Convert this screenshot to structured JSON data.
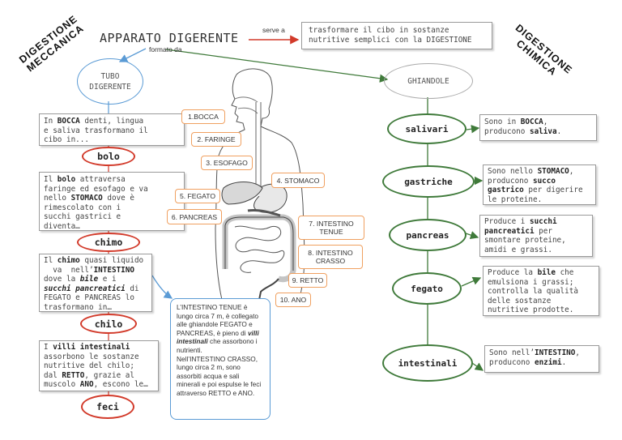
{
  "corner_labels": {
    "left_line1": "DIGESTIONE",
    "left_line2": "MECCANICA",
    "right_line1": "DIGESTIONE",
    "right_line2": "CHIMICA"
  },
  "title": "APPARATO DIGERENTE",
  "serve_a": "serve a",
  "purpose": [
    "trasformare il cibo in sostanze",
    "nutritive semplici con la DIGESTIONE"
  ],
  "formato_da": "formato da",
  "tubo": [
    "TUBO",
    "DIGERENTE"
  ],
  "ghiandole": "GHIANDOLE",
  "steps": [
    {
      "l1_a": "In ",
      "l1_b": "BOCCA",
      "l1_c": " denti, lingua",
      "l2": "e saliva trasformano il",
      "l3": "cibo in...",
      "result": "bolo"
    },
    {
      "l1_a": "Il ",
      "l1_b": "bolo",
      "l1_c": " attraversa",
      "l2": "faringe ed esofago e va",
      "l3_a": "nello ",
      "l3_b": "STOMACO",
      "l3_c": " dove è",
      "l4": "rimescolato con i",
      "l5": "succhi gastrici e",
      "l6": "diventa…",
      "result": "chimo"
    },
    {
      "l1_a": "Il ",
      "l1_b": "chimo",
      "l1_c": " quasi liquido",
      "l2_a": "  va  nell’",
      "l2_b": "INTESTINO",
      "l3_a": "dove la ",
      "l3_b": "bile",
      "l3_c": " e i",
      "l4_a": "succhi pancreatici",
      "l4_b": " di",
      "l5": "FEGATO  e PANCREAS lo",
      "l6": "trasformano in…",
      "result": "chilo"
    },
    {
      "l1_a": "I ",
      "l1_b": "villi intestinali",
      "l2": "assorbono le sostanze",
      "l3": "nutritive del chilo;",
      "l4_a": "dal ",
      "l4_b": "RETTO",
      "l4_c": ", grazie al",
      "l5_a": "muscolo ",
      "l5_b": "ANO",
      "l5_c": ", escono le…",
      "result": "feci"
    }
  ],
  "organs": [
    "1.BOCCA",
    "2. FARINGE",
    "3. ESOFAGO",
    "4. STOMACO",
    "5. FEGATO",
    "6. PANCREAS",
    "7. INTESTINO",
    "TENUE",
    "8. INTESTINO",
    "CRASSO",
    "9. RETTO",
    "10. ANO"
  ],
  "intestine_note": {
    "p1": "L’INTESTINO TENUE è lungo circa 7 m, è collegato alle ghiandole FEGATO  e PANCREAS, è pieno di ",
    "p1_em": "villi intestinali",
    "p1_end": " che assorbono i nutrienti.",
    "p2": "Nell’INTESTINO CRASSO, lungo circa 2 m, sono assorbiti acqua e sali minerali e poi espulse le feci attraverso RETTO  e ANO."
  },
  "glands": [
    {
      "name": "salivari",
      "d1_a": "Sono in ",
      "d1_b": "BOCCA",
      "d1_c": ",",
      "d2_a": "producono ",
      "d2_b": "saliva",
      "d2_c": "."
    },
    {
      "name": "gastriche",
      "d1_a": "Sono nello ",
      "d1_b": "STOMACO",
      "d1_c": ",",
      "d2_a": "producono ",
      "d2_b": "succo",
      "d3_b": "gastrico",
      "d3_c": " per digerire",
      "d4": "le proteine."
    },
    {
      "name": "pancreas",
      "d1_a": "Produce i ",
      "d1_b": "succhi",
      "d2_b": "pancreatici",
      "d2_c": " per",
      "d3": "smontare proteine,",
      "d4": "amidi e grassi."
    },
    {
      "name": "fegato",
      "d1_a": "Produce la ",
      "d1_b": "bile",
      "d1_c": " che",
      "d2": "emulsiona i grassi;",
      "d3": "controlla la qualità",
      "d4": "delle sostanze",
      "d5": "nutritive prodotte."
    },
    {
      "name": "intestinali",
      "d1_a": "Sono nell’",
      "d1_b": "INTESTINO",
      "d1_c": ",",
      "d2_a": "producono ",
      "d2_b": "enzimi",
      "d2_c": "."
    }
  ],
  "colors": {
    "red": "#d23a2a",
    "green": "#3f7a3a",
    "blue": "#5b9bd5",
    "orange": "#f0a060",
    "grey": "#9a9a9a"
  }
}
